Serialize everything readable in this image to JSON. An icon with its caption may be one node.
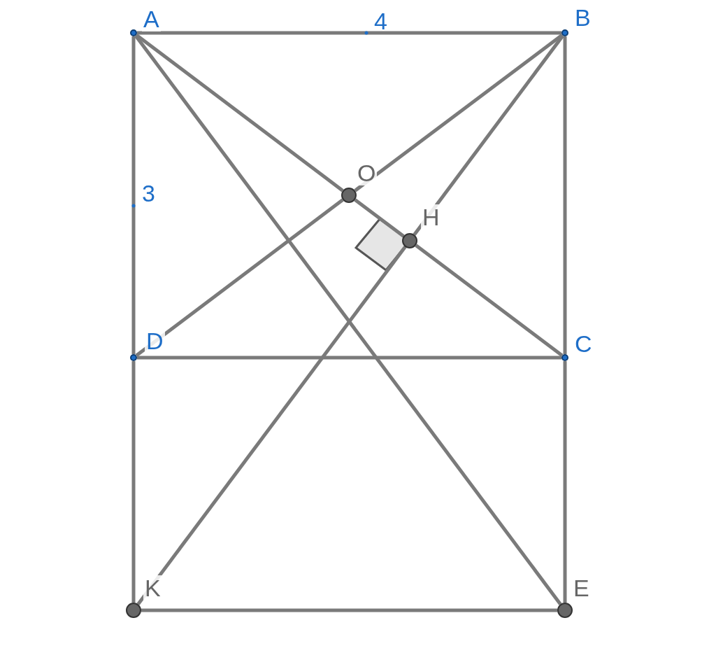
{
  "diagram": {
    "nodes": [
      {
        "text": [
          "A"
        ]
      },
      {
        "text": [
          "B"
        ]
      },
      {
        "text": [
          "O"
        ]
      },
      {
        "text": [
          "H"
        ]
      },
      {
        "text": [
          "D"
        ]
      },
      {
        "text": [
          "C"
        ]
      },
      {
        "text": [
          "K"
        ]
      },
      {
        "text": [
          "E"
        ]
      }
    ],
    "edges": [
      {
        "from": 0,
        "to": 1,
        "arrow": "none"
      },
      {
        "from": 1,
        "to": 5,
        "arrow": "none"
      },
      {
        "from": 5,
        "to": 7,
        "arrow": "none"
      },
      {
        "from": 0,
        "to": 4,
        "arrow": "none"
      },
      {
        "from": 4,
        "to": 6,
        "arrow": "none"
      },
      {
        "from": 6,
        "to": 7,
        "arrow": "none"
      },
      {
        "from": 4,
        "to": 5,
        "arrow": "none"
      },
      {
        "from": 0,
        "to": 2,
        "arrow": "none"
      },
      {
        "from": 2,
        "to": 3,
        "arrow": "none"
      },
      {
        "from": 3,
        "to": 5,
        "arrow": "none"
      },
      {
        "from": 1,
        "to": 2,
        "arrow": "none"
      },
      {
        "from": 2,
        "to": 4,
        "arrow": "none"
      },
      {
        "from": 1,
        "to": 3,
        "arrow": "none"
      },
      {
        "from": 3,
        "to": 6,
        "arrow": "none"
      },
      {
        "from": 0,
        "to": 7,
        "arrow": "none"
      }
    ],
    "labels": [
      "4",
      "3"
    ]
  }
}
